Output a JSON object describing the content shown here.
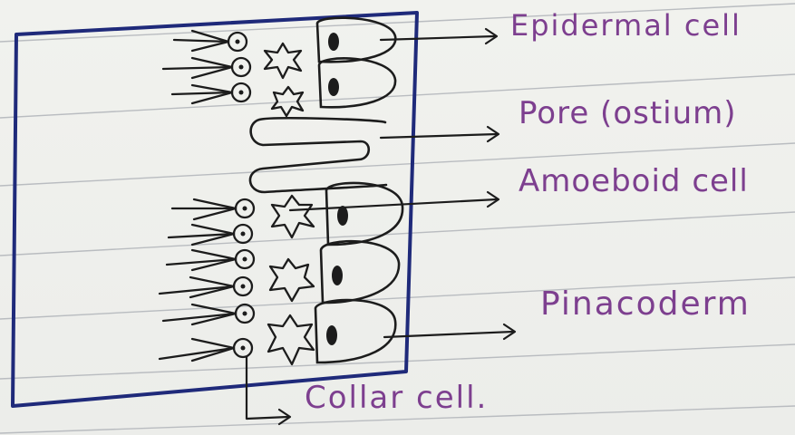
{
  "labels": {
    "epidermal": "Epidermal cell",
    "pore": "Pore (ostium)",
    "amoeboid": "Amoeboid cell",
    "pinacoderm": "Pinacoderm",
    "collar": "Collar cell."
  },
  "colors": {
    "ink": "#1c1c1c",
    "label_ink": "#7d3f8f",
    "frame": "#1f2a7a",
    "ruled_line": "#b9bcc0"
  }
}
